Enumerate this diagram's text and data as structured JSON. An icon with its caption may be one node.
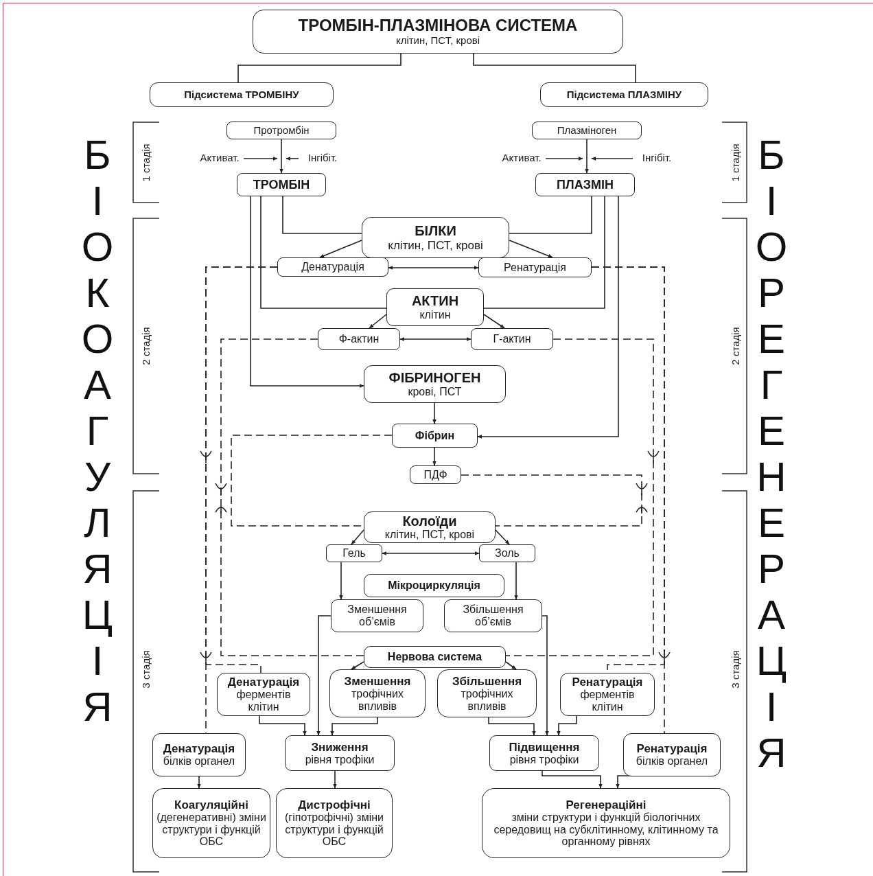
{
  "diagram": {
    "nodes": [
      {
        "text": [
          "ТРОМБІН-ПЛАЗМІНОВА СИСТЕМА",
          "клітин, ПСТ, крові"
        ]
      },
      {
        "text": [
          "Підсистема ТРОМБІНУ"
        ]
      },
      {
        "text": [
          "Підсистема ПЛАЗМІНУ"
        ]
      },
      {
        "text": [
          "Протромбін"
        ]
      },
      {
        "text": [
          "Активат."
        ]
      },
      {
        "text": [
          "Інгібіт."
        ]
      },
      {
        "text": [
          "ТРОМБІН"
        ]
      },
      {
        "text": [
          "Плазміноген"
        ]
      },
      {
        "text": [
          "Активат."
        ]
      },
      {
        "text": [
          "Інгібіт."
        ]
      },
      {
        "text": [
          "ПЛАЗМІН"
        ]
      },
      {
        "text": [
          "БІЛКИ",
          "клітин, ПСТ, крові"
        ]
      },
      {
        "text": [
          "Денатурація"
        ]
      },
      {
        "text": [
          "Ренатурація"
        ]
      },
      {
        "text": [
          "АКТИН",
          "клітин"
        ]
      },
      {
        "text": [
          "Ф-актин"
        ]
      },
      {
        "text": [
          "Г-актин"
        ]
      },
      {
        "text": [
          "ФІБРИНОГЕН",
          "крові, ПСТ"
        ]
      },
      {
        "text": [
          "Фібрин"
        ]
      },
      {
        "text": [
          "ПДФ"
        ]
      },
      {
        "text": [
          "Колоїди",
          "клітин, ПСТ, крові"
        ]
      },
      {
        "text": [
          "Гель"
        ]
      },
      {
        "text": [
          "Золь"
        ]
      },
      {
        "text": [
          "Мікроциркуляція"
        ]
      },
      {
        "text": [
          "Зменшення об’ємів"
        ]
      },
      {
        "text": [
          "Збільшення об’ємів"
        ]
      },
      {
        "text": [
          "Нервова система"
        ]
      },
      {
        "text": [
          "Денатурація",
          "ферментів клітин"
        ]
      },
      {
        "text": [
          "Зменшення",
          "трофічних впливів"
        ]
      },
      {
        "text": [
          "Збільшення",
          "трофічних впливів"
        ]
      },
      {
        "text": [
          "Ренатурація",
          "ферментів клітин"
        ]
      },
      {
        "text": [
          "Денатурація",
          "білків органел"
        ]
      },
      {
        "text": [
          "Зниження",
          "рівня трофіки"
        ]
      },
      {
        "text": [
          "Підвищення",
          "рівня трофіки"
        ]
      },
      {
        "text": [
          "Ренатурація",
          "білків органел"
        ]
      },
      {
        "text": [
          "Коагуляційні",
          "(дегенеративні) зміни структури і функцій ОБС"
        ]
      },
      {
        "text": [
          "Дистрофічні",
          "(гіпотрофічні) зміни структури і функцій ОБС"
        ]
      },
      {
        "text": [
          "Регенераційні",
          "зміни структури і функцій біологічних середовищ на субклітинному, клітинному та органному рівнях"
        ]
      }
    ],
    "edges": [
      {
        "from": 0,
        "to": 1,
        "arrow": "none"
      },
      {
        "from": 0,
        "to": 2,
        "arrow": "none"
      },
      {
        "from": 3,
        "to": 6,
        "arrow": "to"
      },
      {
        "from": 4,
        "to": 6,
        "arrow": "to"
      },
      {
        "from": 5,
        "to": 6,
        "arrow": "to"
      },
      {
        "from": 7,
        "to": 10,
        "arrow": "to"
      },
      {
        "from": 8,
        "to": 10,
        "arrow": "to"
      },
      {
        "from": 9,
        "to": 10,
        "arrow": "to"
      },
      {
        "from": 6,
        "to": 11,
        "arrow": "none"
      },
      {
        "from": 10,
        "to": 11,
        "arrow": "none"
      },
      {
        "from": 6,
        "to": 14,
        "arrow": "none"
      },
      {
        "from": 10,
        "to": 14,
        "arrow": "none"
      },
      {
        "from": 6,
        "to": 17,
        "arrow": "to"
      },
      {
        "from": 10,
        "to": 18,
        "arrow": "to"
      },
      {
        "from": 11,
        "to": 12,
        "arrow": "to"
      },
      {
        "from": 11,
        "to": 13,
        "arrow": "to"
      },
      {
        "from": 12,
        "to": 13,
        "arrow": "both"
      },
      {
        "from": 14,
        "to": 15,
        "arrow": "to"
      },
      {
        "from": 14,
        "to": 16,
        "arrow": "to"
      },
      {
        "from": 15,
        "to": 16,
        "arrow": "both"
      },
      {
        "from": 17,
        "to": 18,
        "arrow": "to"
      },
      {
        "from": 18,
        "to": 19,
        "arrow": "to"
      },
      {
        "from": 12,
        "to": 31,
        "arrow": "none",
        "style": "dashed"
      },
      {
        "from": 12,
        "to": 27,
        "arrow": "none",
        "style": "dashed"
      },
      {
        "from": 13,
        "to": 34,
        "arrow": "none",
        "style": "dashed"
      },
      {
        "from": 13,
        "to": 30,
        "arrow": "none",
        "style": "dashed"
      },
      {
        "from": 15,
        "to": 26,
        "arrow": "none",
        "style": "dashed"
      },
      {
        "from": 16,
        "to": 26,
        "arrow": "none",
        "style": "dashed"
      },
      {
        "from": 18,
        "to": 20,
        "arrow": "none",
        "style": "dashed"
      },
      {
        "from": 19,
        "to": 20,
        "arrow": "none",
        "style": "dashed"
      },
      {
        "from": 20,
        "to": 21,
        "arrow": "to"
      },
      {
        "from": 20,
        "to": 22,
        "arrow": "to"
      },
      {
        "from": 21,
        "to": 22,
        "arrow": "both"
      },
      {
        "from": 21,
        "to": 24,
        "arrow": "to"
      },
      {
        "from": 22,
        "to": 25,
        "arrow": "to"
      },
      {
        "from": 24,
        "to": 32,
        "arrow": "to"
      },
      {
        "from": 25,
        "to": 33,
        "arrow": "to"
      },
      {
        "from": 26,
        "to": 28,
        "arrow": "to"
      },
      {
        "from": 26,
        "to": 29,
        "arrow": "to"
      },
      {
        "from": 27,
        "to": 32,
        "arrow": "to"
      },
      {
        "from": 28,
        "to": 32,
        "arrow": "to"
      },
      {
        "from": 29,
        "to": 33,
        "arrow": "to"
      },
      {
        "from": 30,
        "to": 33,
        "arrow": "to"
      },
      {
        "from": 31,
        "to": 35,
        "arrow": "to"
      },
      {
        "from": 32,
        "to": 36,
        "arrow": "to"
      },
      {
        "from": 33,
        "to": 37,
        "arrow": "to"
      },
      {
        "from": 34,
        "to": 37,
        "arrow": "to"
      }
    ],
    "labels": [
      "БІОКОАГУЛЯЦІЯ",
      "1 стадія",
      "2 стадія",
      "3 стадія",
      "1 стадія",
      "2 стадія",
      "3 стадія",
      "БІОРЕГЕНЕРАЦІЯ"
    ]
  }
}
